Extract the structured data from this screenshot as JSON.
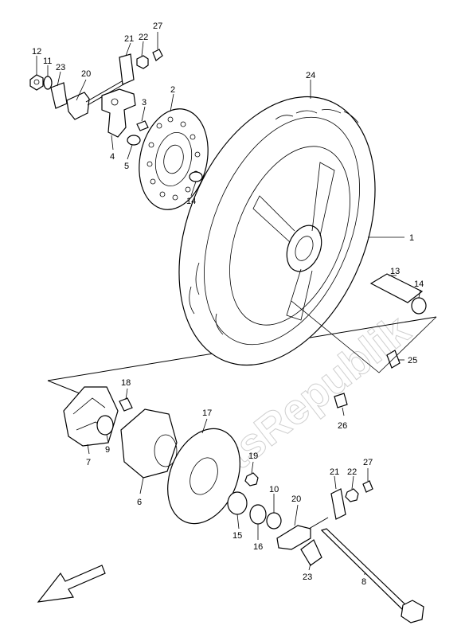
{
  "watermark": "PartsRepublik",
  "callouts": [
    "1",
    "2",
    "3",
    "4",
    "5",
    "6",
    "7",
    "8",
    "9",
    "10",
    "11",
    "12",
    "13",
    "14",
    "15",
    "16",
    "17",
    "18",
    "19",
    "20",
    "21",
    "22",
    "23",
    "24",
    "25",
    "26",
    "27"
  ],
  "callout_values": {
    "c12a": "12",
    "c11a": "11",
    "c23a": "23",
    "c20a": "20",
    "c21a": "21",
    "c22a": "22",
    "c27a": "27",
    "c2": "2",
    "c3": "3",
    "c4": "4",
    "c5": "5",
    "c14a": "14",
    "c24": "24",
    "c1": "1",
    "c13": "13",
    "c14b": "14",
    "c25": "25",
    "c26": "26",
    "c18": "18",
    "c7": "7",
    "c9": "9",
    "c6": "6",
    "c17": "17",
    "c19": "19",
    "c10": "10",
    "c15": "15",
    "c16": "16",
    "c20b": "20",
    "c21b": "21",
    "c22b": "22",
    "c27b": "27",
    "c23b": "23",
    "c8": "8"
  }
}
